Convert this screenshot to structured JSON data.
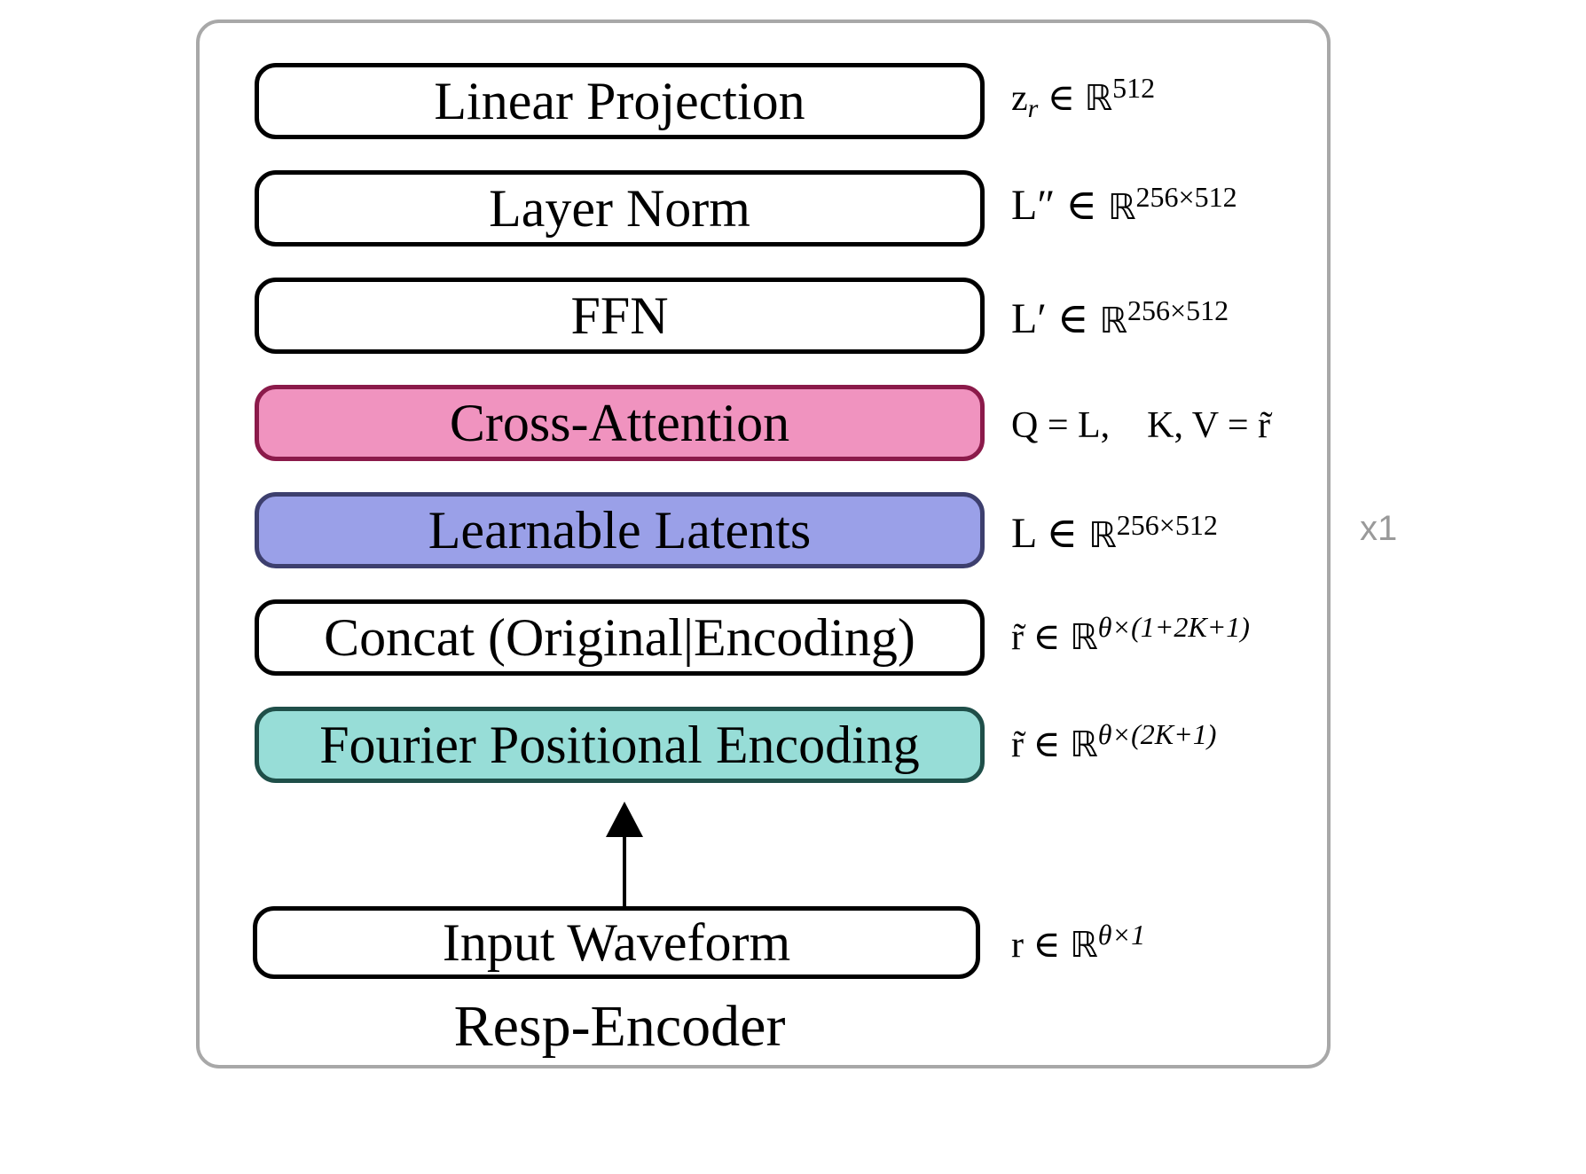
{
  "diagram": {
    "title": "Resp-Encoder",
    "repeat_label": "x1",
    "blocks": [
      {
        "label": "Linear Projection",
        "fill": "#ffffff",
        "border": "#000000"
      },
      {
        "label": "Layer Norm",
        "fill": "#ffffff",
        "border": "#000000"
      },
      {
        "label": "FFN",
        "fill": "#ffffff",
        "border": "#000000"
      },
      {
        "label": "Cross-Attention",
        "fill": "#f093bf",
        "border": "#8b1a4a"
      },
      {
        "label": "Learnable Latents",
        "fill": "#9aa0e8",
        "border": "#3d3f6e"
      },
      {
        "label": "Concat (Original|Encoding)",
        "fill": "#ffffff",
        "border": "#000000"
      },
      {
        "label": "Fourier Positional Encoding",
        "fill": "#97ddd7",
        "border": "#1f4f49"
      },
      {
        "label": "Input Waveform",
        "fill": "#ffffff",
        "border": "#000000"
      }
    ],
    "annotations": {
      "linear_projection": {
        "var": "z",
        "sub": "r",
        "rel": "∈",
        "set": "ℝ",
        "sup": "512"
      },
      "layer_norm": {
        "var": "L″",
        "rel": "∈",
        "set": "ℝ",
        "sup": "256×512"
      },
      "ffn": {
        "var": "L′",
        "rel": "∈",
        "set": "ℝ",
        "sup": "256×512"
      },
      "cross_attention": {
        "text": "Q = L,    K, V = r̃"
      },
      "learnable_latents": {
        "var": "L",
        "rel": "∈",
        "set": "ℝ",
        "sup": "256×512"
      },
      "concat": {
        "var": "r̃",
        "rel": "∈",
        "set": "ℝ",
        "sup": "θ×(1+2K+1)"
      },
      "fourier": {
        "var": "r̃",
        "rel": "∈",
        "set": "ℝ",
        "sup": "θ×(2K+1)"
      },
      "input": {
        "var": "r",
        "rel": "∈",
        "set": "ℝ",
        "sup": "θ×1"
      }
    }
  }
}
